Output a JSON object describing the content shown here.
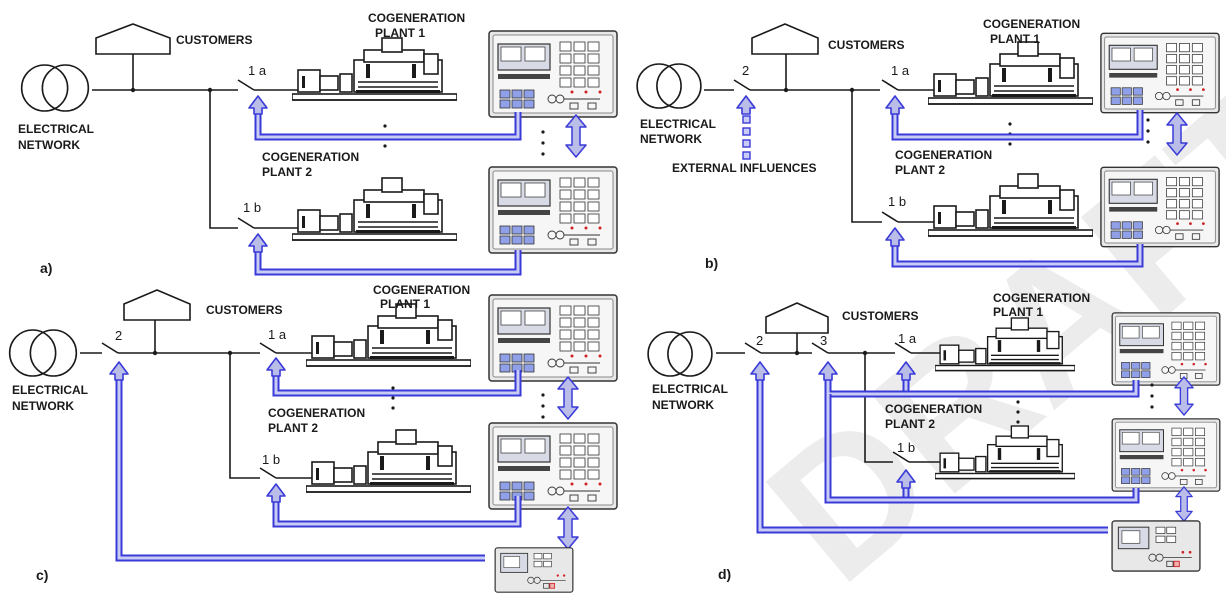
{
  "labels": {
    "customers": "CUSTOMERS",
    "electrical": "ELECTRICAL",
    "network": "NETWORK",
    "cogeneration": "COGENERATION",
    "plant1": "PLANT 1",
    "plant2": "PLANT 2",
    "external_influences": "EXTERNAL INFLUENCES"
  },
  "switches": {
    "s1a": "1 a",
    "s1b": "1 b",
    "s2": "2",
    "s3": "3"
  },
  "panel_letters": {
    "a": "a)",
    "b": "b)",
    "c": "c)",
    "d": "d)"
  },
  "watermark": "DRAFT",
  "colors": {
    "line": "#1a1a1a",
    "link_blue": "#3a3ad8",
    "link_fill": "#c9cdf5",
    "arrow_fill": "#b9bde8",
    "controller_body": "#e8e8e8",
    "watermark": "#ececec"
  }
}
